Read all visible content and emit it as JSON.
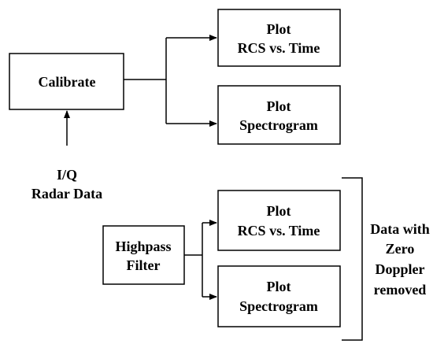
{
  "nodes": {
    "calibrate": {
      "lines": [
        "Calibrate"
      ]
    },
    "plot_rcs_top": {
      "lines": [
        "Plot",
        "RCS vs. Time"
      ]
    },
    "plot_spec_top": {
      "lines": [
        "Plot",
        "Spectrogram"
      ]
    },
    "highpass": {
      "lines": [
        "Highpass",
        "Filter"
      ]
    },
    "plot_rcs_bottom": {
      "lines": [
        "Plot",
        "RCS vs. Time"
      ]
    },
    "plot_spec_bottom": {
      "lines": [
        "Plot",
        "Spectrogram"
      ]
    }
  },
  "input_label": {
    "lines": [
      "I/Q",
      "Radar Data"
    ]
  },
  "bracket_label": {
    "lines": [
      "Data with",
      "Zero",
      "Doppler",
      "removed"
    ]
  },
  "colors": {
    "stroke": "#000000",
    "background": "#ffffff"
  }
}
